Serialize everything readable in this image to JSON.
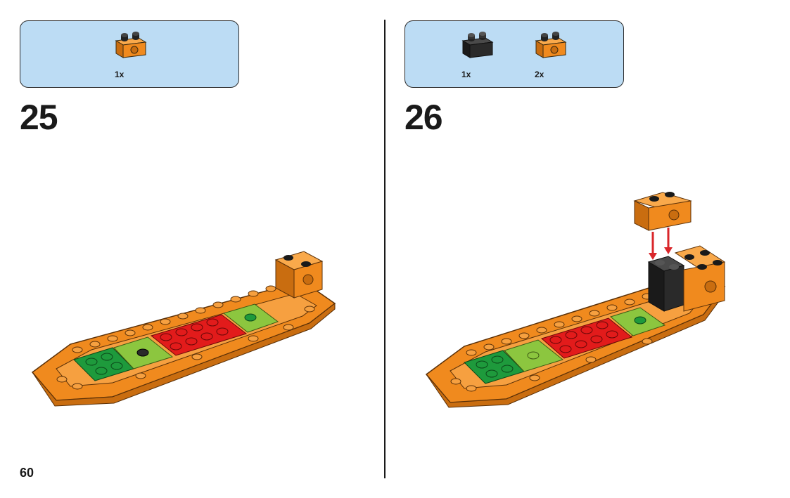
{
  "page_number": "60",
  "steps": [
    {
      "number": "25",
      "parts": [
        {
          "icon": "orange-technic-brick-1x2-icon",
          "qty": "1x",
          "color": "#f08a1e"
        }
      ]
    },
    {
      "number": "26",
      "parts": [
        {
          "icon": "black-brick-1x2-icon",
          "qty": "1x",
          "color": "#2a2a2a"
        },
        {
          "icon": "orange-technic-brick-1x2-icon",
          "qty": "2x",
          "color": "#f08a1e"
        }
      ]
    }
  ],
  "colors": {
    "parts_box": "#bcdcf4",
    "orange": "#f08a1e",
    "dark_green": "#1e9a3c",
    "lime": "#8cc63f",
    "red": "#e21b1b",
    "arrow": "#d9262a"
  }
}
